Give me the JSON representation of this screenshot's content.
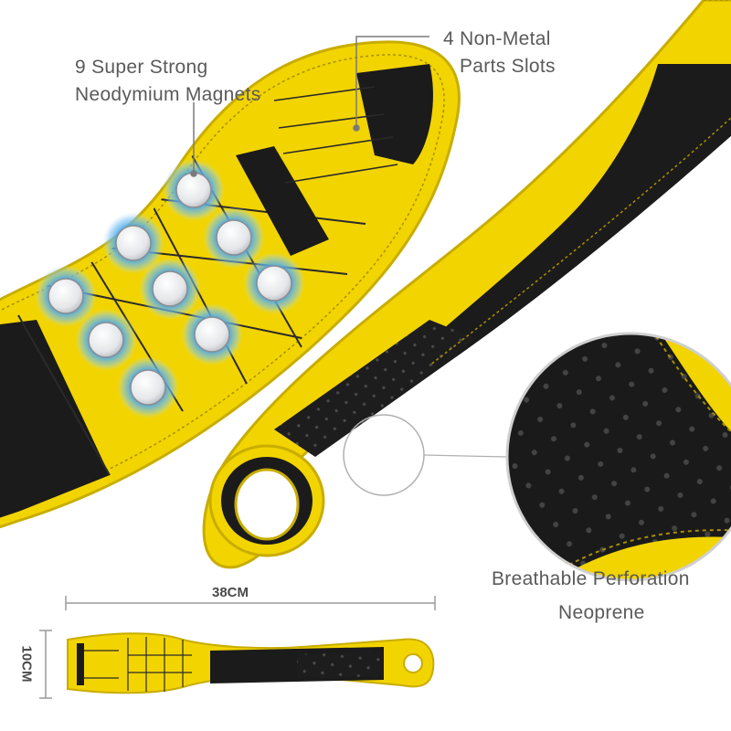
{
  "product": {
    "colors": {
      "yellow": "#f2d400",
      "yellow_dark": "#c8ad00",
      "black": "#1b1b1b",
      "magnet_glow": "#4aa6e8",
      "magnet_face": "#e9eaec"
    },
    "magnet_count": 9
  },
  "callouts": {
    "magnets_line1": "9 Super Strong",
    "magnets_line2": "Neodymium Magnets",
    "slots_line1": "4 Non-Metal",
    "slots_line2": "Parts Slots",
    "perforation_line1": "Breathable Perforation",
    "perforation_line2": "Neoprene"
  },
  "dimensions": {
    "length": "38CM",
    "width": "10CM"
  }
}
